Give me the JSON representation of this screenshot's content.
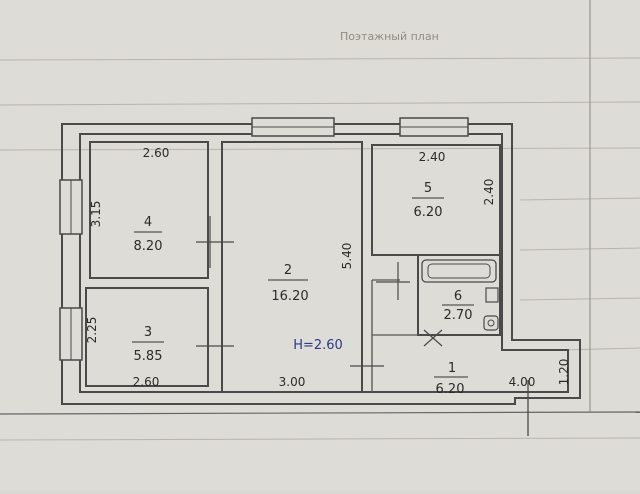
{
  "header_text": "Поэтажный план",
  "rooms": [
    {
      "id": "1",
      "number": "1",
      "area": "6.20"
    },
    {
      "id": "2",
      "number": "2",
      "area": "16.20"
    },
    {
      "id": "3",
      "number": "3",
      "area": "5.85"
    },
    {
      "id": "4",
      "number": "4",
      "area": "8.20"
    },
    {
      "id": "5",
      "number": "5",
      "area": "6.20"
    },
    {
      "id": "6",
      "number": "6",
      "area": "2.70"
    }
  ],
  "dimensions": {
    "room4_top": "2.60",
    "room4_side": "3.15",
    "room3_side": "2.25",
    "room3_bottom": "2.60",
    "room2_side": "5.40",
    "room2_bottom": "3.00",
    "room5_top": "2.40",
    "room5_side": "2.40",
    "corridor_width": "4.00",
    "corridor_side": "1.20"
  },
  "ceiling_height": "H=2.60"
}
